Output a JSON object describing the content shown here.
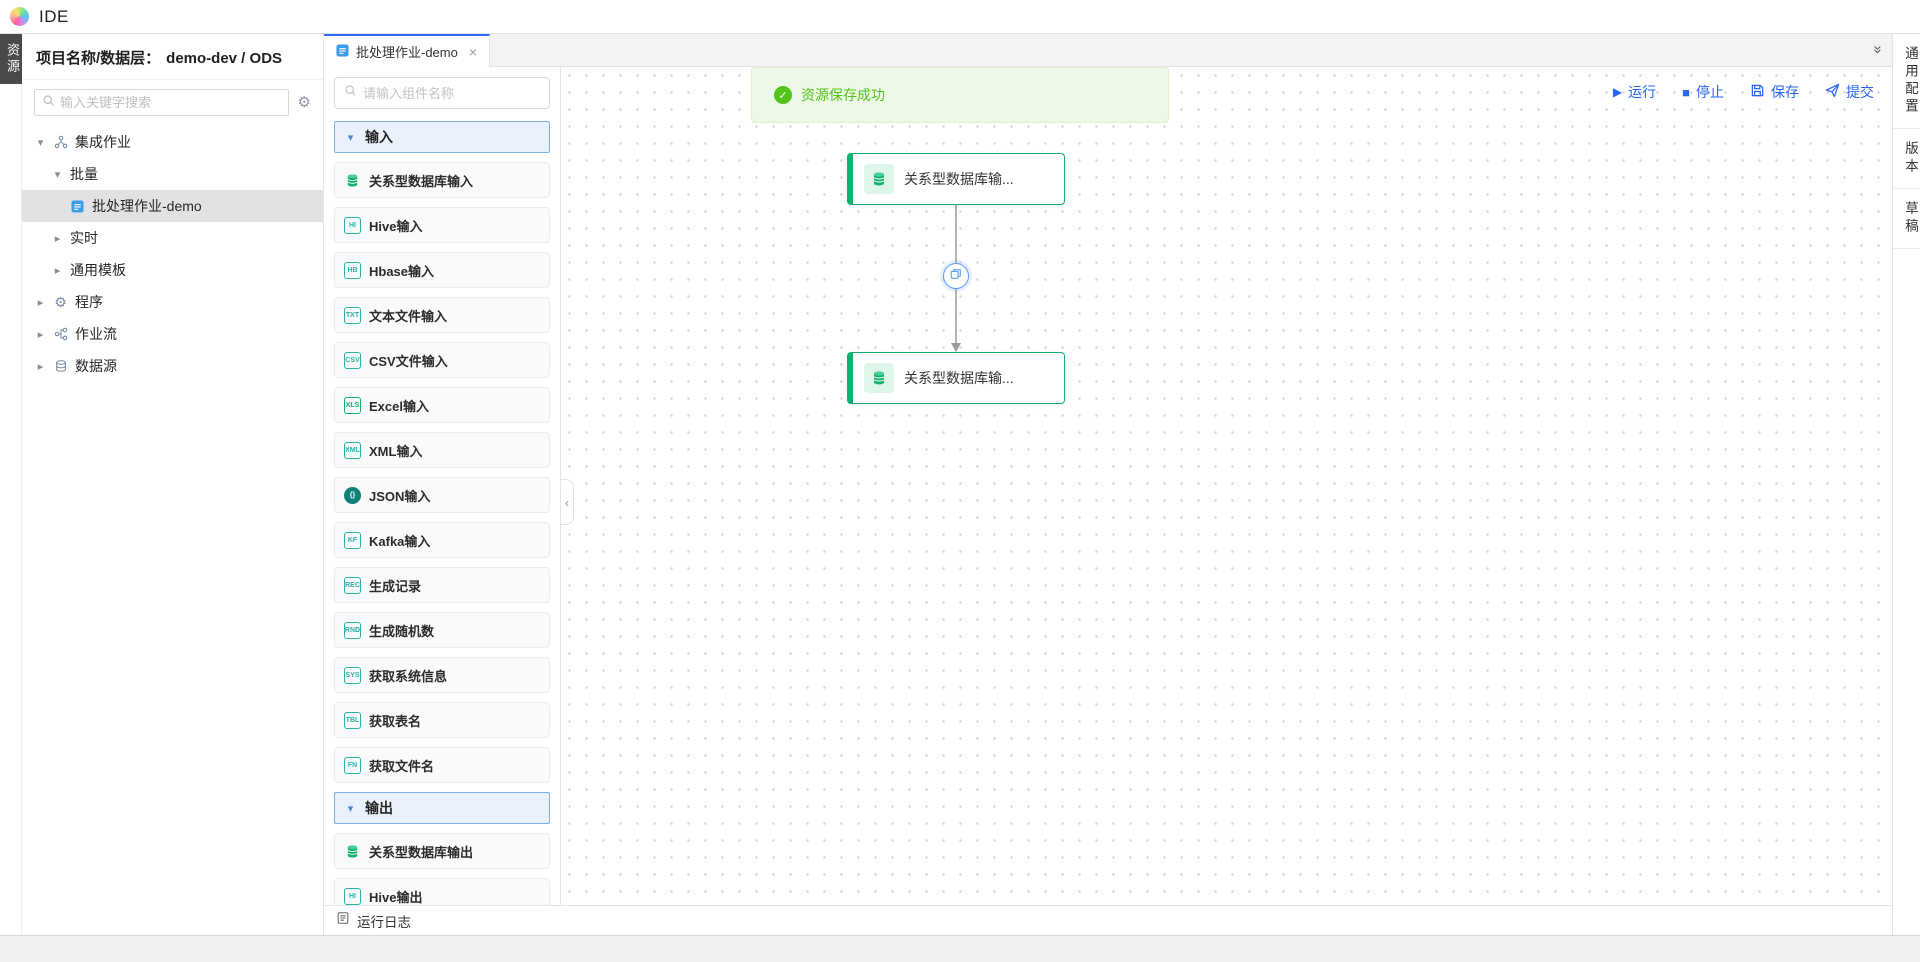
{
  "app": {
    "title": "IDE"
  },
  "activity_bar": {
    "resources_tab": "资源"
  },
  "sidebar": {
    "project_label": "项目名称/数据层：",
    "project_value": "demo-dev / ODS",
    "search_placeholder": "输入关键字搜索",
    "tree": [
      {
        "label": "集成作业",
        "caret": "▾",
        "icon": "integration-icon",
        "expanded": true
      },
      {
        "label": "批量",
        "caret": "▾",
        "expanded": true
      },
      {
        "label": "批处理作业-demo",
        "icon": "job-icon",
        "selected": true
      },
      {
        "label": "实时",
        "caret": "▸",
        "expanded": false
      },
      {
        "label": "通用模板",
        "caret": "▸",
        "expanded": false
      },
      {
        "label": "程序",
        "caret": "▸",
        "icon": "gear-icon",
        "gear_glyph": "⚙",
        "expanded": false
      },
      {
        "label": "作业流",
        "caret": "▸",
        "icon": "flow-icon",
        "expanded": false
      },
      {
        "label": "数据源",
        "caret": "▸",
        "icon": "database-icon",
        "expanded": false
      }
    ]
  },
  "editor": {
    "tab": {
      "label": "批处理作业-demo",
      "close": "×"
    },
    "collapse_chevron": "»"
  },
  "palette": {
    "search_placeholder": "请输入组件名称",
    "sections": [
      {
        "label": "输入",
        "caret": "▾",
        "items": [
          {
            "label": "关系型数据库输入",
            "icon": "database-icon"
          },
          {
            "label": "Hive输入",
            "icon": "hive-icon",
            "glyph": "HI"
          },
          {
            "label": "Hbase输入",
            "icon": "hbase-icon",
            "glyph": "HB"
          },
          {
            "label": "文本文件输入",
            "icon": "text-file-icon",
            "glyph": "TXT"
          },
          {
            "label": "CSV文件输入",
            "icon": "csv-file-icon",
            "glyph": "CSV"
          },
          {
            "label": "Excel输入",
            "icon": "excel-icon",
            "glyph": "XLS"
          },
          {
            "label": "XML输入",
            "icon": "xml-icon",
            "glyph": "XML"
          },
          {
            "label": "JSON输入",
            "icon": "json-icon",
            "glyph": "{}"
          },
          {
            "label": "Kafka输入",
            "icon": "kafka-icon",
            "glyph": "KF"
          },
          {
            "label": "生成记录",
            "icon": "generate-record-icon",
            "glyph": "REC"
          },
          {
            "label": "生成随机数",
            "icon": "generate-random-icon",
            "glyph": "RND"
          },
          {
            "label": "获取系统信息",
            "icon": "system-info-icon",
            "glyph": "SYS"
          },
          {
            "label": "获取表名",
            "icon": "table-name-icon",
            "glyph": "TBL"
          },
          {
            "label": "获取文件名",
            "icon": "file-name-icon",
            "glyph": "FN"
          }
        ]
      },
      {
        "label": "输出",
        "caret": "▾",
        "items": [
          {
            "label": "关系型数据库输出",
            "icon": "database-icon"
          },
          {
            "label": "Hive输出",
            "icon": "hive-icon",
            "glyph": "HI"
          }
        ]
      }
    ]
  },
  "canvas": {
    "toast": {
      "text": "资源保存成功",
      "check": "✓"
    },
    "toolbar": [
      {
        "label": "运行",
        "icon": "play-icon",
        "glyph": "▶"
      },
      {
        "label": "停止",
        "icon": "stop-icon",
        "glyph": "■"
      },
      {
        "label": "保存",
        "icon": "save-icon"
      },
      {
        "label": "提交",
        "icon": "submit-icon"
      }
    ],
    "nodes": [
      {
        "label": "关系型数据库输...",
        "icon": "database-icon"
      },
      {
        "label": "关系型数据库输...",
        "icon": "database-icon"
      }
    ],
    "panel_collapse": "‹"
  },
  "status_bar": {
    "log_label": "运行日志"
  },
  "right_bar": {
    "tabs": [
      "通用配置",
      "版本",
      "草稿"
    ]
  },
  "colors": {
    "accent_blue": "#2664f2",
    "tab_active_border": "#2f6bff",
    "success_green": "#52c41a",
    "node_green": "#0fb26c",
    "component_teal": "#29b3a8"
  }
}
